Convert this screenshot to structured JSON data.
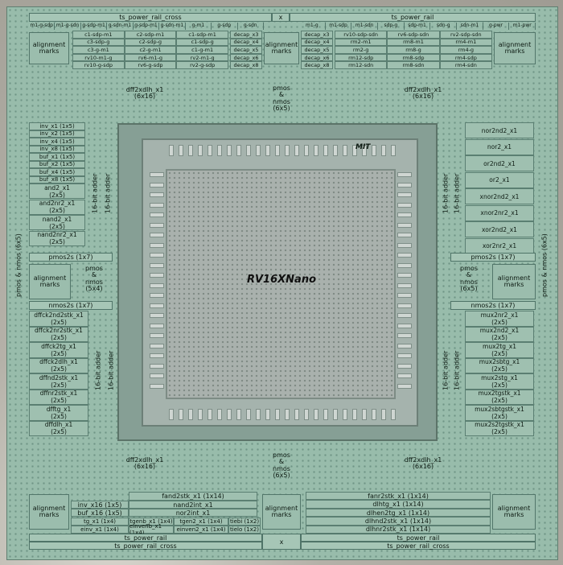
{
  "top_rails": {
    "power_left": "ts_power_rail_cross",
    "x_top": "x",
    "power_right": "ts_power_rail"
  },
  "top_row_left": [
    "m1-g-sdp",
    "m1-g-sdn",
    "g-sdp-m1",
    "g-sdn-m1",
    "g-sdp-m1",
    "g-sdn-m1",
    "g-m1",
    "g-sdp",
    "g-sdn"
  ],
  "top_row_right": [
    "m1-g",
    "m1-sdp",
    "m1-sdn",
    "sdp-g",
    "sdp-m1",
    "sdn-g",
    "sdn-m1",
    "g-pwr",
    "m1-pwr"
  ],
  "top_left_grid": [
    [
      "c1-sdp-m1",
      "c2-sdp-m1",
      "c1-sdp-m1"
    ],
    [
      "c3-sdp-g",
      "c2-sdp-g",
      "c1-sdp-g"
    ],
    [
      "c3-g-m1",
      "c2-g-m1",
      "c1-g-m1"
    ],
    [
      "rv10-m1-g",
      "rv6-m1-g",
      "rv2-m1-g"
    ],
    [
      "rv10-g-sdp",
      "rv6-g-sdp",
      "rv2-g-sdp"
    ]
  ],
  "decap_left": [
    "decap_x3",
    "decap_x4",
    "decap_x5",
    "decap_x6",
    "decap_x8"
  ],
  "decap_right": [
    "decap_x3",
    "decap_x4",
    "decap_x5",
    "decap_x6",
    "decap_x8"
  ],
  "top_right_grid": [
    [
      "rv10-sdp-sdn",
      "rv6-sdp-sdn",
      "rv2-sdp-sdn"
    ],
    [
      "rm2-m1",
      "rm8-m1",
      "rm4-m1"
    ],
    [
      "rm2-g",
      "rm8-g",
      "rm4-g"
    ],
    [
      "rm12-sdp",
      "rm8-sdp",
      "rm4-sdp"
    ],
    [
      "rm12-sdn",
      "rm8-sdn",
      "rm4-sdn"
    ]
  ],
  "alignment": "alignment marks",
  "pmos_nmos_6x5": "pmos & nmos (6x5)",
  "pmos_nmos_5x4": "pmos & nmos (5x4)",
  "dff2xdlh": "dff2xdlh_x1",
  "dff2xdlh_size": "(6x16)",
  "adder": "16-bit adder",
  "left_upper_cells": [
    "inv_x1 (1x5)",
    "inv_x2 (1x5)",
    "inv_x4 (1x5)",
    "inv_x8 (1x5)",
    "buf_x1 (1x5)",
    "buf_x2 (1x5)",
    "buf_x4 (1x5)",
    "buf_x8 (1x5)"
  ],
  "left_upper_big": [
    [
      "and2_x1",
      "(2x5)"
    ],
    [
      "and2nr2_x1",
      "(2x5)"
    ],
    [
      "nand2_x1",
      "(2x5)"
    ],
    [
      "nand2nr2_x1",
      "(2x5)"
    ]
  ],
  "pmos2s": "pmos2s (1x7)",
  "nmos2s": "nmos2s (1x7)",
  "left_lower_cells": [
    [
      "dffck2nd2stk_x1",
      "(2x5)"
    ],
    [
      "dffck2nr2stk_x1",
      "(2x5)"
    ],
    [
      "dffck2tg_x1",
      "(2x5)"
    ],
    [
      "dffck2dlh_x1",
      "(2x5)"
    ],
    [
      "dffnd2stk_x1",
      "(2x5)"
    ],
    [
      "dffnr2stk_x1",
      "(2x5)"
    ],
    [
      "dfftg_x1",
      "(2x5)"
    ],
    [
      "dffdlh_x1",
      "(2x5)"
    ]
  ],
  "right_upper_cells": [
    "nor2nd2_x1",
    "nor2_x1",
    "or2nd2_x1",
    "or2_x1",
    "xnor2nd2_x1",
    "xnor2nr2_x1",
    "xor2nd2_x1",
    "xor2nr2_x1"
  ],
  "right_lower_cells": [
    [
      "mux2nr2_x1",
      "(2x5)"
    ],
    [
      "mux2nd2_x1",
      "(2x5)"
    ],
    [
      "mux2tg_x1",
      "(2x5)"
    ],
    [
      "mux2sbtg_x1",
      "(2x5)"
    ],
    [
      "mux2stg_x1",
      "(2x5)"
    ],
    [
      "mux2tgstk_x1",
      "(2x5)"
    ],
    [
      "mux2sbtgstk_x1",
      "(2x5)"
    ],
    [
      "mux2s2tgstk_x1",
      "(2x5)"
    ]
  ],
  "side_pmos_nmos": "pmos & nmos (6x5)",
  "bottom_left_cells": {
    "fand2stk": "fand2stk_x1 (1x14)",
    "inv_x16": "inv_x16 (1x5)",
    "buf_x16": "buf_x16 (1x5)",
    "nand2int": "nand2int_x1",
    "nor2int": "nor2int_x1",
    "tg": "tg_x1 (1x4)",
    "tgenb": "tgenb_x1 (1x4)",
    "tgen2": "tgen2_x1 (1x4)",
    "einv": "einv_x1 (1x4)",
    "einvenb": "einvenb_x1 (1x4)",
    "einven2": "einven2_x1 (1x4)",
    "tiebi": "tiebi (1x2)",
    "tielo": "tielo (1x2)"
  },
  "bottom_right_cells": [
    "fanr2stk_x1 (1x14)",
    "dlhtg_x1 (1x14)",
    "dlhen2tg_x1 (1x14)",
    "dlhnd2stk_x1 (1x14)",
    "dlhnr2stk_x1 (1x14)"
  ],
  "bottom_rails": {
    "power_right": "ts_power_rail",
    "power_left": "ts_power_rail_cross",
    "x_bottom": "x"
  },
  "chip_name": "RV16XNano",
  "mit_logo": "MIT"
}
